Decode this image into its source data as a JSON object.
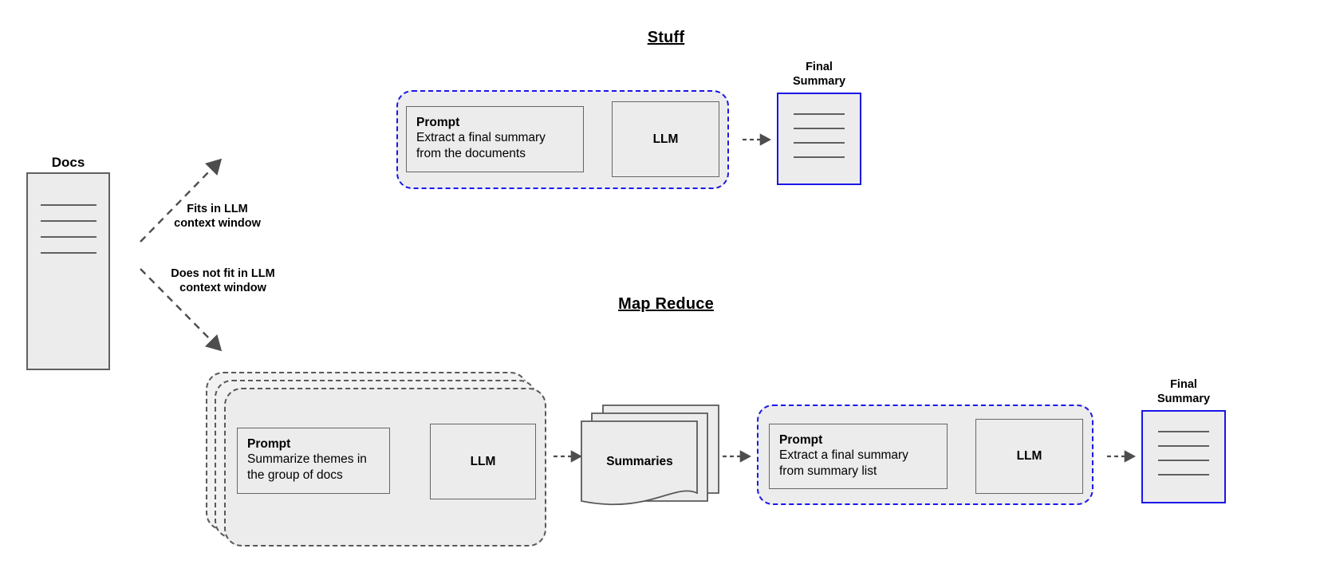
{
  "diagram": {
    "title_stuff": "Stuff",
    "title_map_reduce": "Map Reduce",
    "docs_label": "Docs",
    "branch_fits_label": "Fits in LLM\ncontext window",
    "branch_not_fits_label": "Does not fit in LLM\ncontext window",
    "final_summary_label_top": "Final\nSummary",
    "final_summary_label_bottom": "Final\nSummary",
    "summaries_label": "Summaries",
    "llm_label": "LLM",
    "prompt_heading": "Prompt",
    "stuff_prompt_body": "Extract a final summary\nfrom the documents",
    "map_prompt_body": "Summarize themes in\nthe group of docs",
    "reduce_prompt_body": "Extract a final summary\nfrom summary list",
    "colors": {
      "accent_blue": "#1a16e8",
      "box_fill": "#ececec",
      "box_stroke": "#666666",
      "dashed_grey": "#595959",
      "arrow_grey": "#4d4d4d",
      "text": "#000000"
    }
  }
}
